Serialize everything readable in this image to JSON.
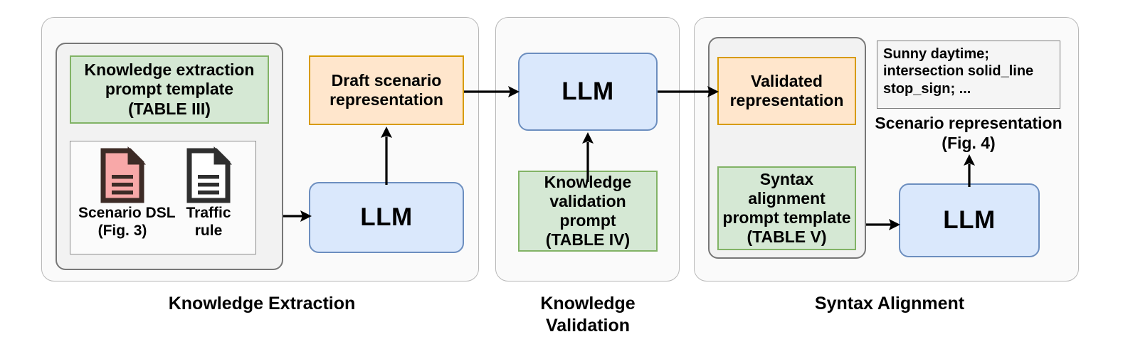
{
  "diagram": {
    "title": "LLM-based scenario knowledge extraction, validation and syntax alignment pipeline",
    "colors": {
      "green_fill": "#d5e8d4",
      "green_border": "#82b366",
      "orange_fill": "#ffe6cc",
      "orange_border": "#d79b00",
      "blue_fill": "#dae8fc",
      "blue_border": "#6c8ebf",
      "panel_fill": "#fafafa",
      "panel_border": "#b8b8b8",
      "doc_pink": "#f8a8a8",
      "doc_outline": "#3d2b26",
      "doc_white": "#ffffff",
      "arrow": "#000000"
    },
    "stages": [
      {
        "id": "knowledge-extraction",
        "label": "Knowledge Extraction"
      },
      {
        "id": "knowledge-validation",
        "label": "Knowledge\nValidation"
      },
      {
        "id": "syntax-alignment",
        "label": "Syntax Alignment"
      }
    ]
  },
  "stage1": {
    "label": "Knowledge Extraction",
    "prompt_template": "Knowledge extraction\nprompt template\n(TABLE III)",
    "documents": [
      {
        "name": "scenario-dsl",
        "label": "Scenario DSL\n(Fig. 3)",
        "color": "#f8a8a8"
      },
      {
        "name": "traffic-rule",
        "label": "Traffic\nrule",
        "color": "#ffffff"
      }
    ],
    "llm_label": "LLM",
    "output_box": "Draft scenario\nrepresentation"
  },
  "stage2": {
    "label": "Knowledge\nValidation",
    "llm_label": "LLM",
    "prompt_box": "Knowledge\nvalidation\nprompt\n(TABLE IV)"
  },
  "stage3": {
    "label": "Syntax Alignment",
    "validated_box": "Validated\nrepresentation",
    "prompt_template": "Syntax\nalignment\nprompt template\n(TABLE V)",
    "llm_label": "LLM",
    "snippet_text": "Sunny daytime; intersection solid_line stop_sign; ...",
    "snippet_caption": "Scenario representation\n(Fig. 4)"
  }
}
